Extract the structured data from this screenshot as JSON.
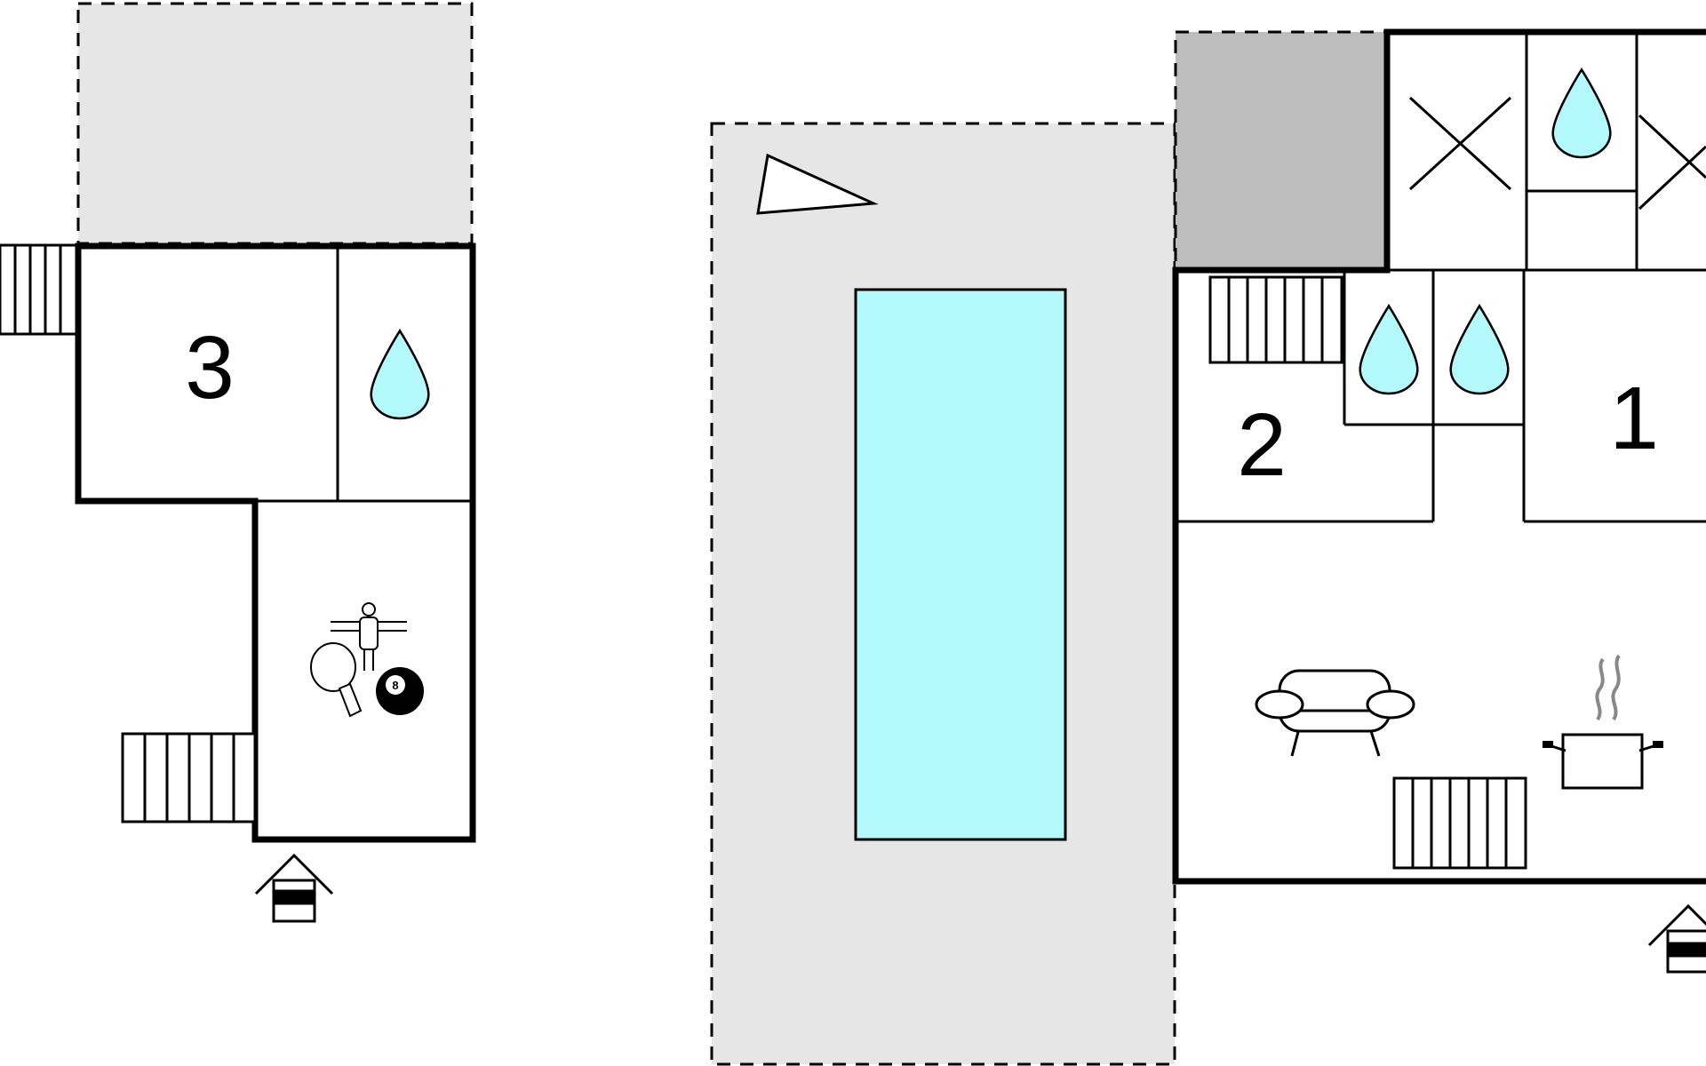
{
  "floorplan": {
    "rooms": {
      "room_1": "1",
      "room_2": "2",
      "room_3": "3"
    },
    "icons": [
      "water-drop-icon",
      "cross-icon",
      "stairs-icon",
      "table-tennis-icon",
      "table-football-icon",
      "billiard-8-ball-icon",
      "sofa-icon",
      "cooking-pot-icon",
      "entrance-icon",
      "pool-icon",
      "triangle-marker-icon"
    ],
    "colors": {
      "terrace": "#e6e6e6",
      "covered_area": "#bdbdbd",
      "water": "#b3f9fb",
      "wall": "#000000"
    }
  }
}
